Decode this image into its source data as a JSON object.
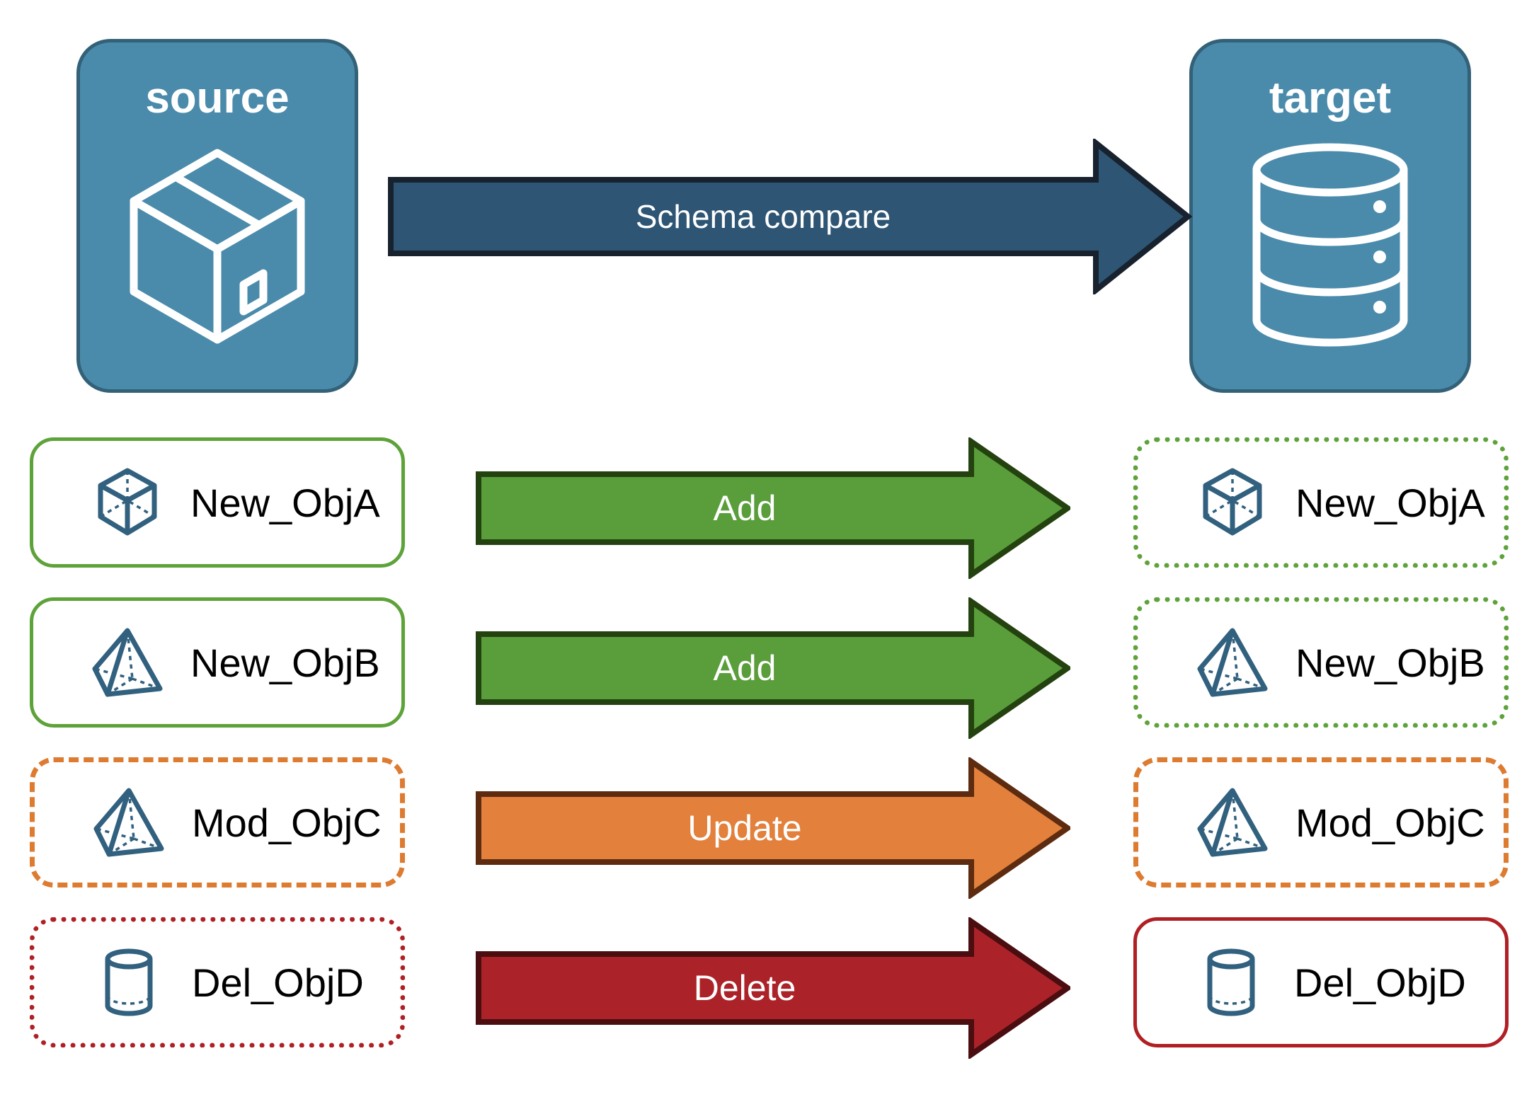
{
  "diagram": {
    "title": "Schema compare",
    "endpoints": [
      {
        "id": "source",
        "label": "source",
        "icon": "package-box-icon"
      },
      {
        "id": "target",
        "label": "target",
        "icon": "database-cylinder-icon"
      }
    ],
    "compare_arrow": {
      "label": "Schema compare",
      "fill": "#2e5574",
      "stroke": "#17222e",
      "text_color": "#ffffff"
    },
    "rows": [
      {
        "action": "Add",
        "arrow_fill": "#5a9e3b",
        "arrow_stroke": "#24420f",
        "source": {
          "label": "New_ObjA",
          "icon": "wireframe-cube-icon",
          "border_style": "solid",
          "border_color": "#5ea23a"
        },
        "target": {
          "label": "New_ObjA",
          "icon": "wireframe-cube-icon",
          "border_style": "dotted",
          "border_color": "#5ea23a"
        }
      },
      {
        "action": "Add",
        "arrow_fill": "#5a9e3b",
        "arrow_stroke": "#24420f",
        "source": {
          "label": "New_ObjB",
          "icon": "wireframe-pyramid-icon",
          "border_style": "solid",
          "border_color": "#5ea23a"
        },
        "target": {
          "label": "New_ObjB",
          "icon": "wireframe-pyramid-icon",
          "border_style": "dotted",
          "border_color": "#5ea23a"
        }
      },
      {
        "action": "Update",
        "arrow_fill": "#e2803c",
        "arrow_stroke": "#5c2b10",
        "source": {
          "label": "Mod_ObjC",
          "icon": "wireframe-pyramid-icon",
          "border_style": "dashed",
          "border_color": "#dd7b30"
        },
        "target": {
          "label": "Mod_ObjC",
          "icon": "wireframe-pyramid-icon",
          "border_style": "dashed",
          "border_color": "#dd7b30"
        }
      },
      {
        "action": "Delete",
        "arrow_fill": "#ab2328",
        "arrow_stroke": "#4a0d10",
        "source": {
          "label": "Del_ObjD",
          "icon": "wireframe-cylinder-icon",
          "border_style": "dotted",
          "border_color": "#b01f24"
        },
        "target": {
          "label": "Del_ObjD",
          "icon": "wireframe-cylinder-icon",
          "border_style": "solid",
          "border_color": "#b01f24"
        }
      }
    ],
    "colors": {
      "endpoint_fill": "#4a8bab",
      "endpoint_stroke": "#336178",
      "icon_stroke": "#31617f",
      "add": "#5a9e3b",
      "update": "#e2803c",
      "delete": "#ab2328",
      "compare": "#2e5574",
      "background": "#ffffff",
      "text": "#000000"
    }
  }
}
